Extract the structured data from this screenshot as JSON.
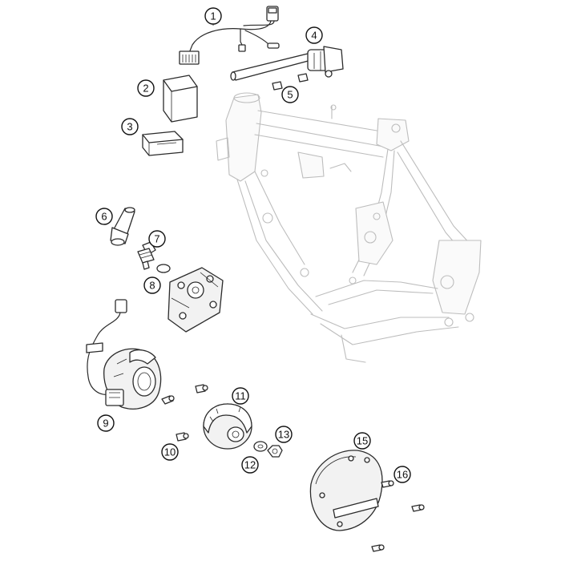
{
  "callouts": [
    {
      "id": "1",
      "label": "1"
    },
    {
      "id": "2",
      "label": "2"
    },
    {
      "id": "3",
      "label": "3"
    },
    {
      "id": "4",
      "label": "4"
    },
    {
      "id": "5",
      "label": "5"
    },
    {
      "id": "6",
      "label": "6"
    },
    {
      "id": "7",
      "label": "7"
    },
    {
      "id": "8",
      "label": "8"
    },
    {
      "id": "9",
      "label": "9"
    },
    {
      "id": "10",
      "label": "10"
    },
    {
      "id": "11",
      "label": "11"
    },
    {
      "id": "12",
      "label": "12"
    },
    {
      "id": "13",
      "label": "13"
    },
    {
      "id": "15",
      "label": "15"
    },
    {
      "id": "16",
      "label": "16"
    }
  ],
  "colors": {
    "line": "#2b2b2b",
    "frame": "#bdbdbd",
    "background": "#ffffff"
  }
}
